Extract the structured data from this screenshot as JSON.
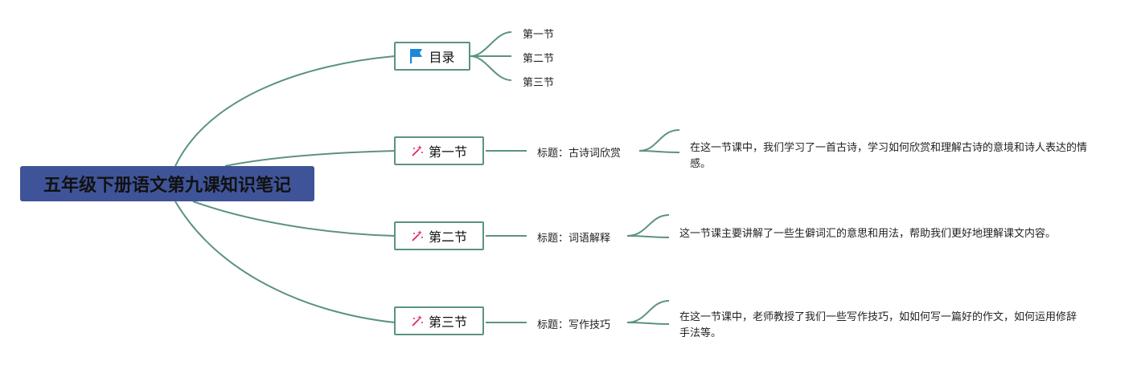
{
  "root": {
    "title": "五年级下册语文第九课知识笔记"
  },
  "toc": {
    "label": "目录",
    "icon": "flag-icon",
    "items": [
      "第一节",
      "第二节",
      "第三节"
    ]
  },
  "sections": [
    {
      "label": "第一节",
      "icon": "magic-wand-icon",
      "heading": "标题：古诗词欣赏",
      "description": "在这一节课中，我们学习了一首古诗，学习如何欣赏和理解古诗的意境和诗人表达的情感。"
    },
    {
      "label": "第二节",
      "icon": "magic-wand-icon",
      "heading": "标题：词语解释",
      "description": "这一节课主要讲解了一些生僻词汇的意思和用法，帮助我们更好地理解课文内容。"
    },
    {
      "label": "第三节",
      "icon": "magic-wand-icon",
      "heading": "标题：写作技巧",
      "description": "在这一节课中，老师教授了我们一些写作技巧，如如何写一篇好的作文，如何运用修辞手法等。"
    }
  ],
  "colors": {
    "root_fill": "#3f5498",
    "branch_line": "#5b9283",
    "flag_icon": "#1e88d8",
    "wand_icon": "#e0245e"
  }
}
